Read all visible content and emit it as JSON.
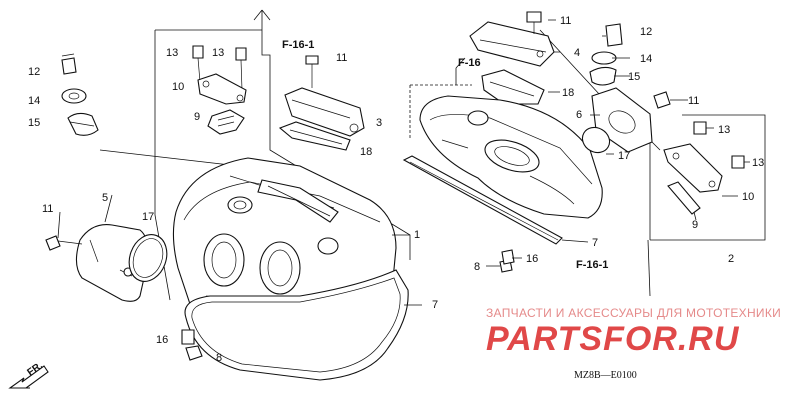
{
  "diagram": {
    "refs": {
      "f16_1_top": "F-16-1",
      "f16": "F-16",
      "f16_1_bottom": "F-16-1"
    },
    "callouts": {
      "c1": "1",
      "c2": "2",
      "c3": "3",
      "c4": "4",
      "c5": "5",
      "c6": "6",
      "c7a": "7",
      "c7b": "7",
      "c8a": "8",
      "c8b": "8",
      "c9a": "9",
      "c9b": "9",
      "c10a": "10",
      "c10b": "10",
      "c11a": "11",
      "c11b": "11",
      "c11c": "11",
      "c11d": "11",
      "c12a": "12",
      "c12b": "12",
      "c13a": "13",
      "c13b": "13",
      "c13c": "13",
      "c13d": "13",
      "c14a": "14",
      "c14b": "14",
      "c15a": "15",
      "c15b": "15",
      "c16a": "16",
      "c16b": "16",
      "c17a": "17",
      "c17b": "17",
      "c18a": "18",
      "c18b": "18"
    },
    "direction_label": "FR.",
    "diagram_code": "MZ8B—E0100"
  },
  "watermark": {
    "tagline": "ЗАПЧАСТИ И АКСЕССУАРЫ ДЛЯ МОТОТЕХНИКИ",
    "logo_text": "PARTSFOR.RU",
    "color": "#e04848"
  }
}
